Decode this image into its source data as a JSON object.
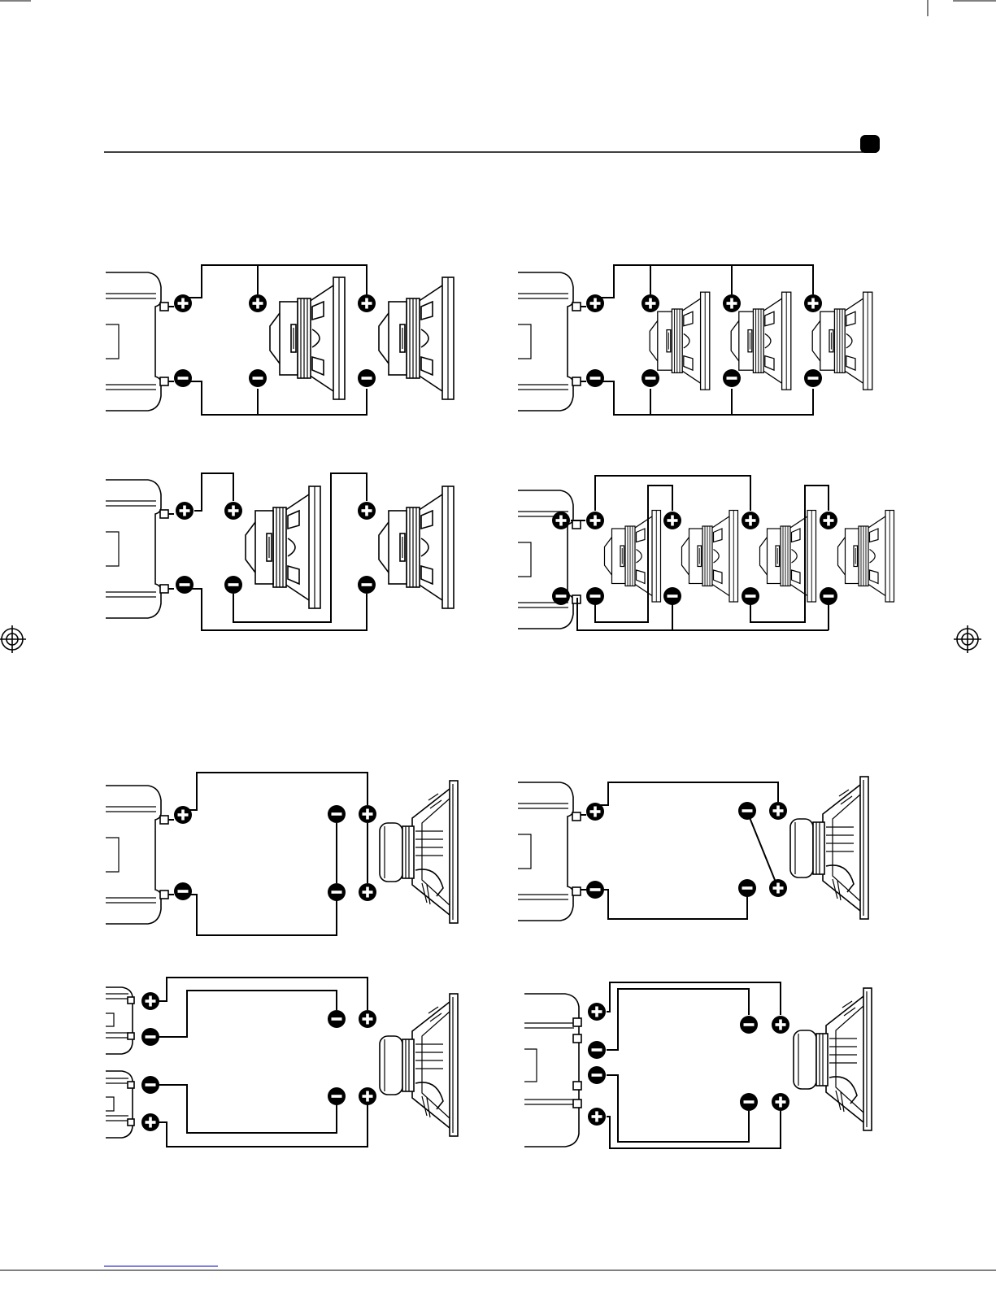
{
  "colors": {
    "ink": "#000000",
    "paper": "#ffffff",
    "footer_link": "#3333cc"
  },
  "icons": [
    "plus-terminal-icon",
    "minus-terminal-icon",
    "registration-mark-icon",
    "crop-mark-icon",
    "page-tab-marker"
  ],
  "diagrams": [
    {
      "id": "two-speakers-parallel",
      "speakers": 2,
      "view": "front"
    },
    {
      "id": "three-speakers-parallel",
      "speakers": 3,
      "view": "front"
    },
    {
      "id": "two-speakers-series",
      "speakers": 2,
      "view": "front"
    },
    {
      "id": "four-speakers-series-parallel",
      "speakers": 4,
      "view": "front"
    },
    {
      "id": "dvc-parallel",
      "speakers": 1,
      "view": "side"
    },
    {
      "id": "dvc-series",
      "speakers": 1,
      "view": "side"
    },
    {
      "id": "dvc-two-amps",
      "speakers": 1,
      "view": "side"
    },
    {
      "id": "dvc-bridged",
      "speakers": 1,
      "view": "side"
    }
  ]
}
